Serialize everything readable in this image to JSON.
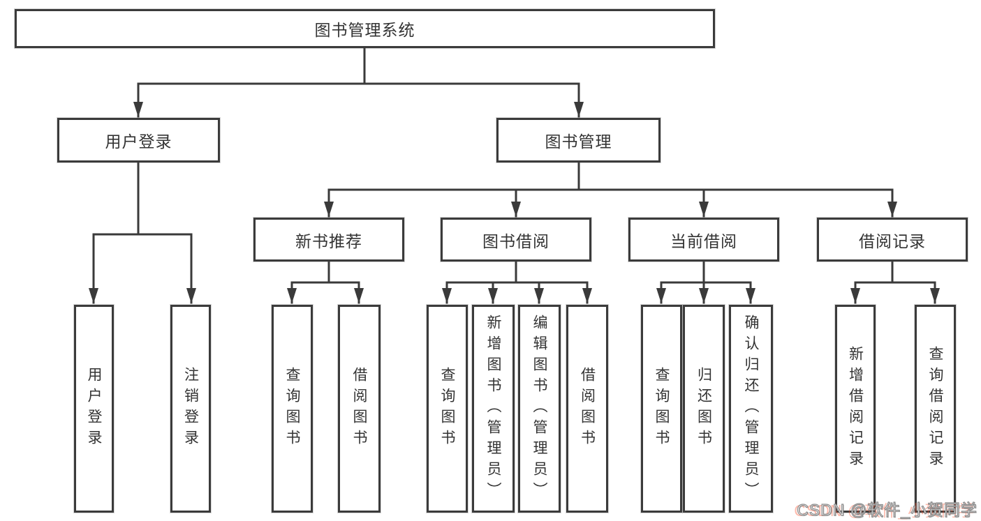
{
  "diagram": {
    "root": {
      "label": "图书管理系统"
    },
    "branches": [
      {
        "label": "用户登录",
        "children": [
          {
            "label": "用户登录"
          },
          {
            "label": "注销登录"
          }
        ]
      },
      {
        "label": "图书管理",
        "groups": [
          {
            "label": "新书推荐",
            "children": [
              {
                "label": "查询图书"
              },
              {
                "label": "借阅图书"
              }
            ]
          },
          {
            "label": "图书借阅",
            "children": [
              {
                "label": "查询图书"
              },
              {
                "label": "新增图书（管理员）"
              },
              {
                "label": "编辑图书（管理员）"
              },
              {
                "label": "借阅图书"
              }
            ]
          },
          {
            "label": "当前借阅",
            "children": [
              {
                "label": "查询图书"
              },
              {
                "label": "归还图书"
              },
              {
                "label": "确认归还（管理员）"
              }
            ]
          },
          {
            "label": "借阅记录",
            "children": [
              {
                "label": "新增借阅记录"
              },
              {
                "label": "查询借阅记录"
              }
            ]
          }
        ]
      }
    ]
  },
  "watermark": {
    "text": "CSDN @软件_小贺同学"
  },
  "colors": {
    "line": "#3a3a3a",
    "border": "#3b3b3b",
    "text": "#333333",
    "background": "#ffffff",
    "watermark_fill": "#ffffff",
    "watermark_red": "#fc5531"
  }
}
